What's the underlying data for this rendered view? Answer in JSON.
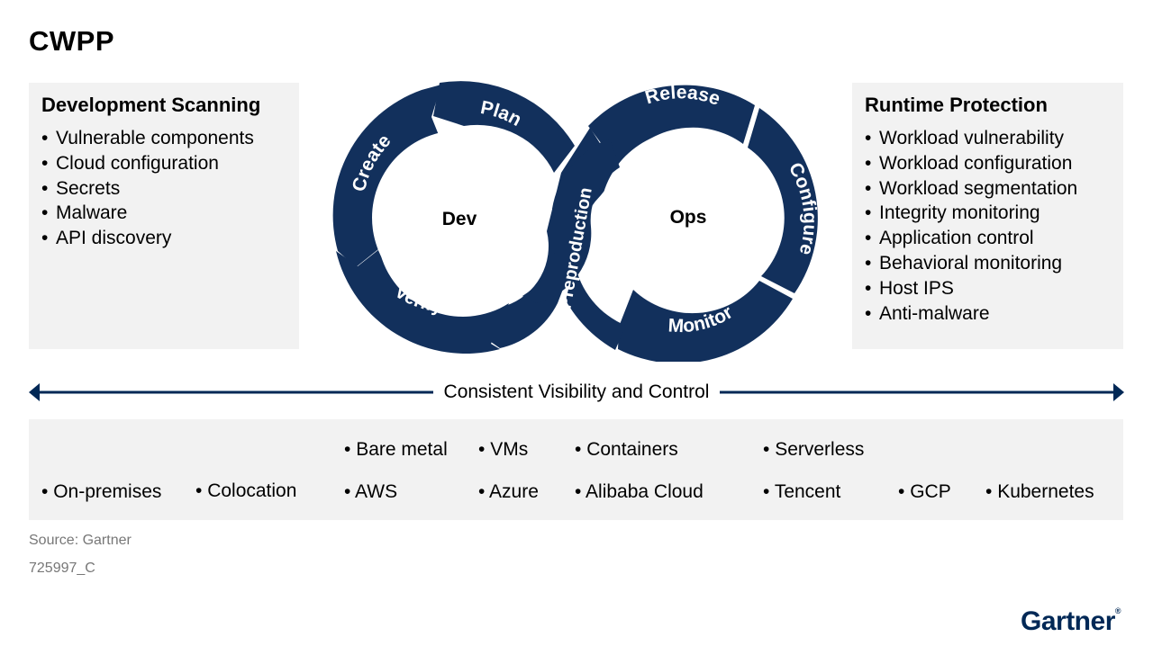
{
  "title": "CWPP",
  "development": {
    "heading": "Development Scanning",
    "items": [
      "Vulnerable components",
      "Cloud configuration",
      "Secrets",
      "Malware",
      "API discovery"
    ]
  },
  "runtime": {
    "heading": "Runtime Protection",
    "items": [
      "Workload vulnerability",
      "Workload configuration",
      "Workload segmentation",
      "Integrity monitoring",
      "Application control",
      "Behavioral monitoring",
      "Host IPS",
      "Anti-malware"
    ]
  },
  "cycle": {
    "dev_label": "Dev",
    "ops_label": "Ops",
    "stages": {
      "create": "Create",
      "plan": "Plan",
      "verify": "Verify",
      "preproduction": "Preproduction",
      "release": "Release",
      "configure": "Configure",
      "monitor": "Monitor"
    },
    "color": "#12305c"
  },
  "visibility": {
    "label": "Consistent Visibility and Control",
    "color": "#002856"
  },
  "deployment": {
    "on_premises": "On-premises",
    "colocation": "Colocation",
    "bare_metal": "Bare metal",
    "aws": "AWS",
    "vms": "VMs",
    "azure": "Azure",
    "containers": "Containers",
    "alibaba": "Alibaba Cloud",
    "serverless": "Serverless",
    "tencent": "Tencent",
    "gcp": "GCP",
    "kubernetes": "Kubernetes"
  },
  "source": "Source: Gartner",
  "doc_code": "725997_C",
  "logo": "Gartner",
  "colors": {
    "panel_bg": "#f2f2f2",
    "navy": "#12305c"
  }
}
